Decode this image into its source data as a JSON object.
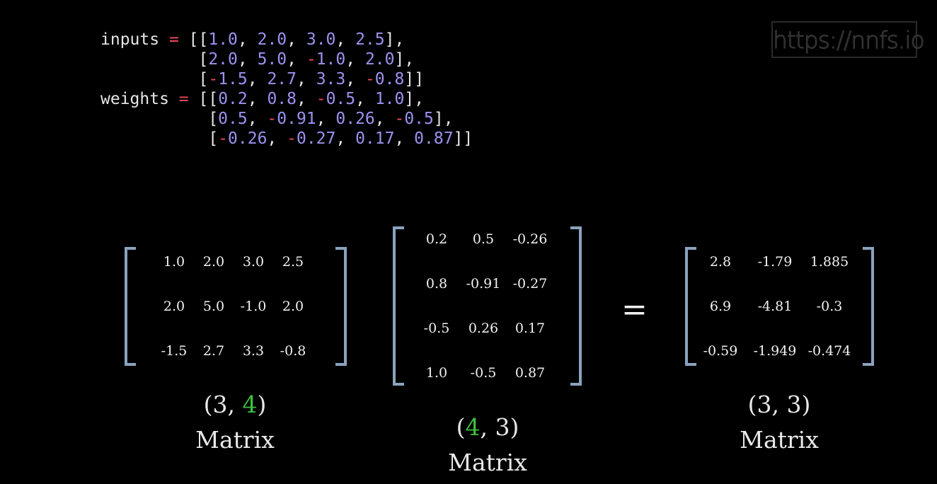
{
  "watermark": "https://nnfs.io",
  "code": {
    "inputs_name": "inputs",
    "weights_name": "weights",
    "assign": "=",
    "inputs": [
      [
        "1.0",
        "2.0",
        "3.0",
        "2.5"
      ],
      [
        "2.0",
        "5.0",
        "-1.0",
        "2.0"
      ],
      [
        "-1.5",
        "2.7",
        "3.3",
        "-0.8"
      ]
    ],
    "weights": [
      [
        "0.2",
        "0.8",
        "-0.5",
        "1.0"
      ],
      [
        "0.5",
        "-0.91",
        "0.26",
        "-0.5"
      ],
      [
        "-0.26",
        "-0.27",
        "0.17",
        "0.87"
      ]
    ]
  },
  "matrices": {
    "a": {
      "rows": [
        [
          "1.0",
          "2.0",
          "3.0",
          "2.5"
        ],
        [
          "2.0",
          "5.0",
          "-1.0",
          "2.0"
        ],
        [
          "-1.5",
          "2.7",
          "3.3",
          "-0.8"
        ]
      ],
      "shape_open": "(3, ",
      "shape_highlight": "4",
      "shape_close": ")",
      "label": "Matrix"
    },
    "b": {
      "rows": [
        [
          "0.2",
          "0.5",
          "-0.26"
        ],
        [
          "0.8",
          "-0.91",
          "-0.27"
        ],
        [
          "-0.5",
          "0.26",
          "0.17"
        ],
        [
          "1.0",
          "-0.5",
          "0.87"
        ]
      ],
      "shape_open": "(",
      "shape_highlight": "4",
      "shape_close": ", 3)",
      "label": "Matrix"
    },
    "c": {
      "rows": [
        [
          "2.8",
          "-1.79",
          "1.885"
        ],
        [
          "6.9",
          "-4.81",
          "-0.3"
        ],
        [
          "-0.59",
          "-1.949",
          "-0.474"
        ]
      ],
      "shape": "(3, 3)",
      "label": "Matrix"
    }
  },
  "equals": "=",
  "colors": {
    "background": "#000000",
    "number": "#9c93f0",
    "negative_sign": "#f04a5c",
    "operator": "#f04a5c",
    "bracket": "#8aa3bd",
    "highlight": "#3fbf3f"
  }
}
